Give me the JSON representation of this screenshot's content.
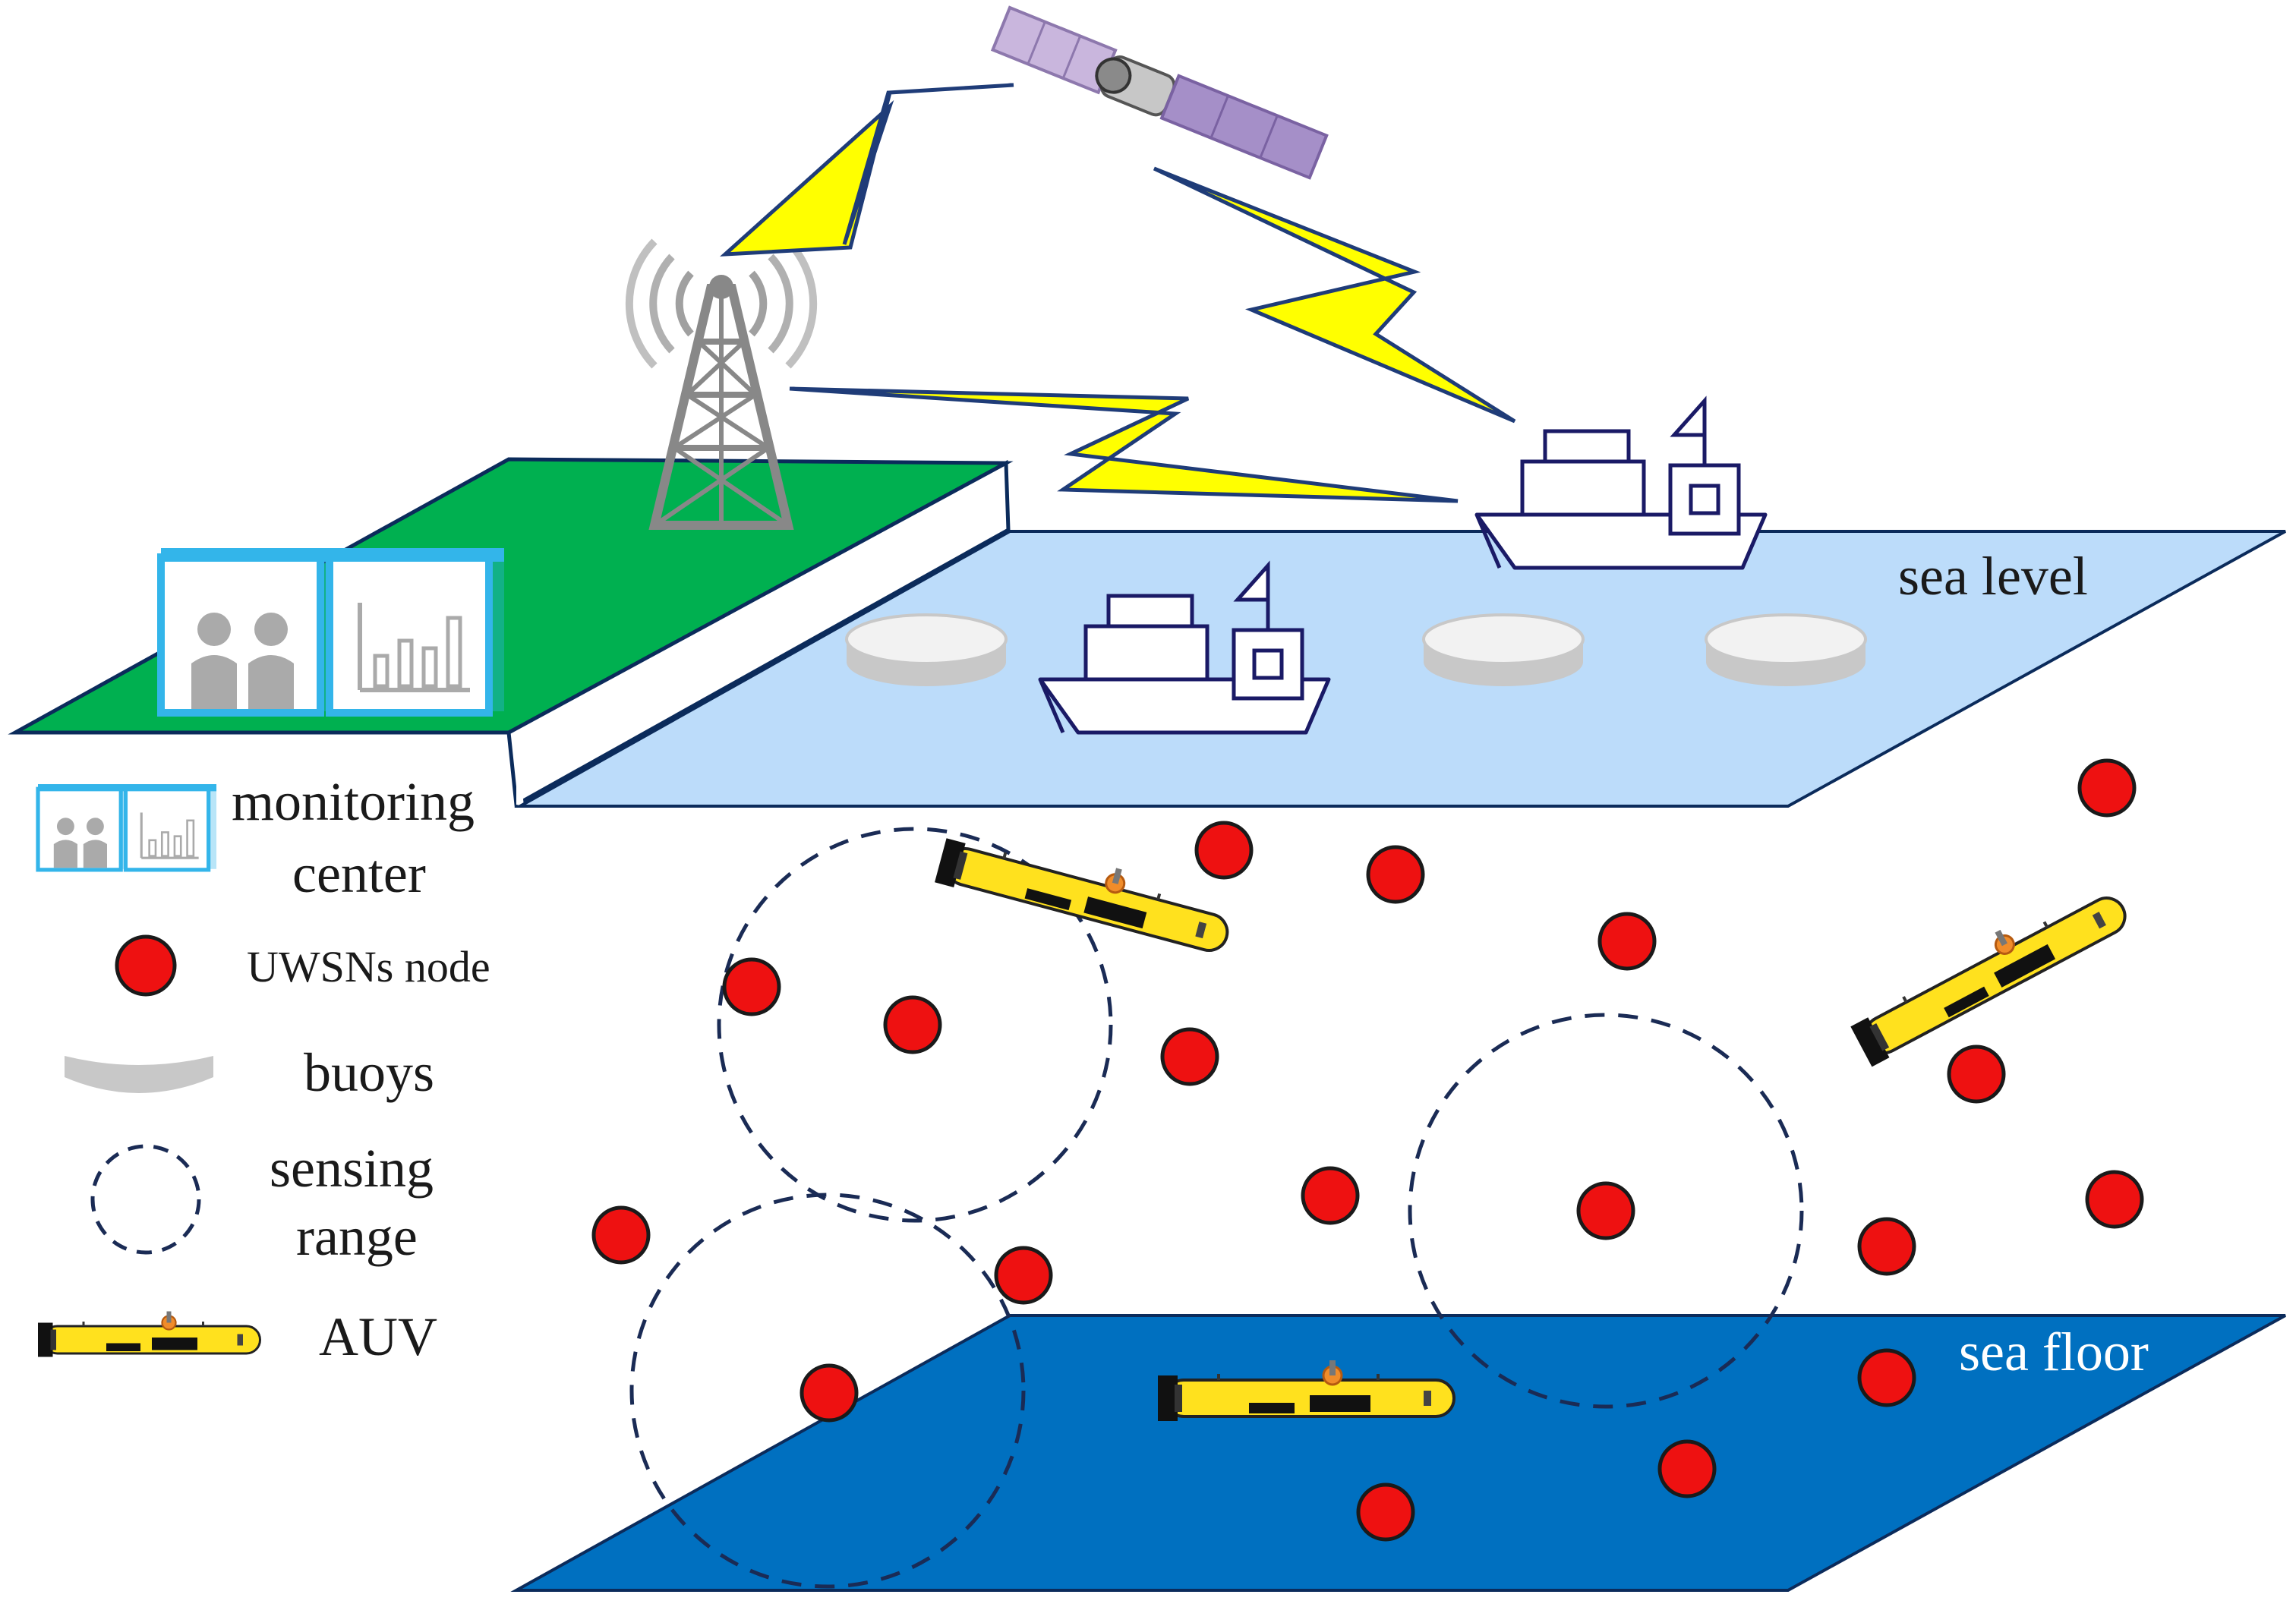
{
  "scene": {
    "sea_level_label": "sea level",
    "sea_floor_label": "sea floor"
  },
  "legend": {
    "monitoring_line1": "monitoring",
    "monitoring_line2": "center",
    "node": "UWSNs node",
    "buoys": "buoys",
    "sensing_line1": "sensing",
    "sensing_line2": "range",
    "auv": "AUV"
  },
  "colors": {
    "land": "#00b050",
    "sea_surface": "#bcdcfa",
    "sea_floor": "#0070c0",
    "node": "#ee1111",
    "auv": "#ffe11e",
    "lightning": "#ffff00",
    "lightning_stroke": "#1f3c78",
    "monitor_frame": "#33b5ea"
  },
  "icons": [
    "satellite-icon",
    "radio-tower-icon",
    "ship-icon",
    "buoy-icon",
    "auv-icon",
    "monitor-center-icon",
    "lightning-icon"
  ]
}
